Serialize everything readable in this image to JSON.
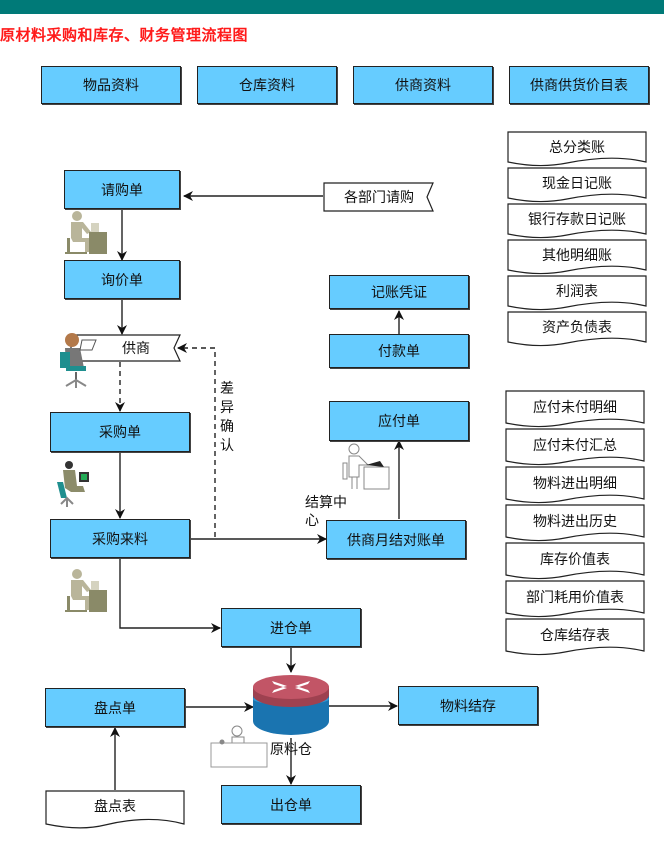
{
  "title": "原材料采购和库存、财务管理流程图",
  "colors": {
    "header_bar": "#007a78",
    "title": "#ff1a1a",
    "process_box": "#66ccff"
  },
  "master_data": [
    "物品资料",
    "仓库资料",
    "供商资料",
    "供商供货价目表"
  ],
  "flow": {
    "purchase_request": "请购单",
    "department_request": "各部门请购",
    "inquiry": "询价单",
    "supplier": "供商",
    "difference_confirm": "差异确认",
    "purchase_order": "采购单",
    "purchase_receipt": "采购来料",
    "supplier_statement": "供商月结对账单",
    "settlement_center": "结算中心",
    "payable": "应付单",
    "payment": "付款单",
    "voucher": "记账凭证",
    "warehouse_in": "进仓单",
    "raw_warehouse": "原料仓",
    "stocktake_order": "盘点单",
    "stocktake_sheet": "盘点表",
    "material_balance": "物料结存",
    "warehouse_out": "出仓单"
  },
  "finance_reports": [
    "总分类账",
    "现金日记账",
    "银行存款日记账",
    "其他明细账",
    "利润表",
    "资产负债表"
  ],
  "inventory_reports": [
    "应付未付明细",
    "应付未付汇总",
    "物料进出明细",
    "物料进出历史",
    "库存价值表",
    "部门耗用价值表",
    "仓库结存表"
  ]
}
